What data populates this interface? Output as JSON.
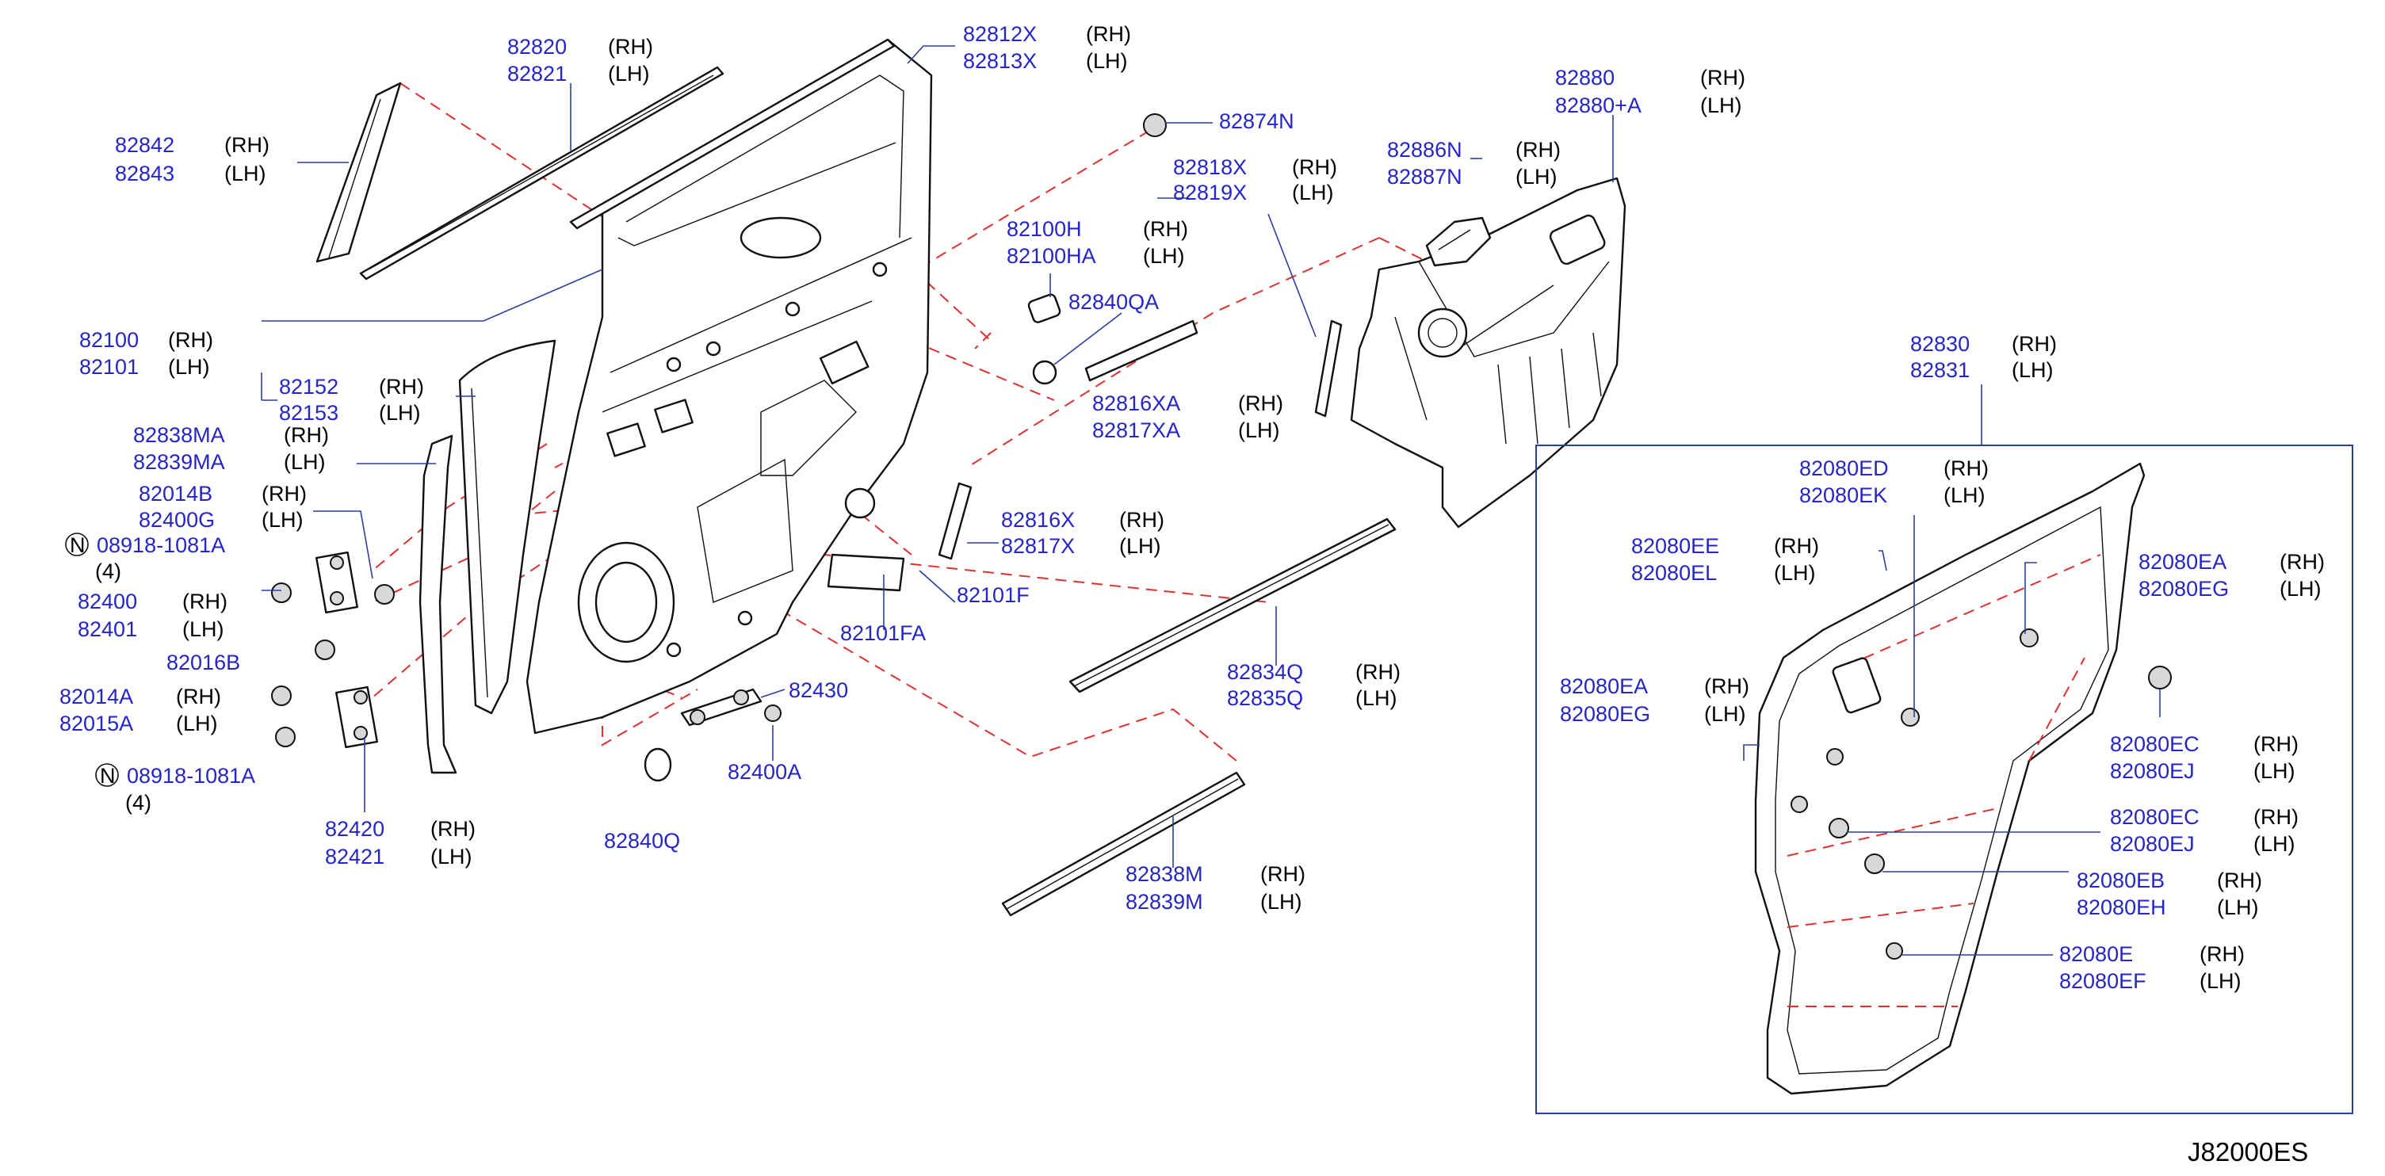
{
  "diagram_ref": "J82000ES",
  "callouts": [
    {
      "parts": [
        "82820",
        "82821"
      ],
      "sides": [
        "(RH)",
        "(LH)"
      ]
    },
    {
      "parts": [
        "82812X",
        "82813X"
      ],
      "sides": [
        "(RH)",
        "(LH)"
      ]
    },
    {
      "parts": [
        "82842",
        "82843"
      ],
      "sides": [
        "(RH)",
        "(LH)"
      ]
    },
    {
      "parts": [
        "82874N"
      ],
      "sides": []
    },
    {
      "parts": [
        "82818X",
        "82819X"
      ],
      "sides": [
        "(RH)",
        "(LH)"
      ]
    },
    {
      "parts": [
        "82880",
        "82880+A"
      ],
      "sides": [
        "(RH)",
        "(LH)"
      ]
    },
    {
      "parts": [
        "82886N",
        "82887N"
      ],
      "sides": [
        "(RH)",
        "(LH)"
      ]
    },
    {
      "parts": [
        "82100H",
        "82100HA"
      ],
      "sides": [
        "(RH)",
        "(LH)"
      ]
    },
    {
      "parts": [
        "82840QA"
      ],
      "sides": []
    },
    {
      "parts": [
        "82100",
        "82101"
      ],
      "sides": [
        "(RH)",
        "(LH)"
      ]
    },
    {
      "parts": [
        "82152",
        "82153"
      ],
      "sides": [
        "(RH)",
        "(LH)"
      ]
    },
    {
      "parts": [
        "82816XA",
        "82817XA"
      ],
      "sides": [
        "(RH)",
        "(LH)"
      ]
    },
    {
      "parts": [
        "82838MA",
        "82839MA"
      ],
      "sides": [
        "(RH)",
        "(LH)"
      ]
    },
    {
      "parts": [
        "82014B",
        "82400G"
      ],
      "sides": [
        "(RH)",
        "(LH)"
      ]
    },
    {
      "parts": [
        "08918-1081A"
      ],
      "sides": [],
      "prefix": "N",
      "qty": "(4)"
    },
    {
      "parts": [
        "82816X",
        "82817X"
      ],
      "sides": [
        "(RH)",
        "(LH)"
      ]
    },
    {
      "parts": [
        "82400",
        "82401"
      ],
      "sides": [
        "(RH)",
        "(LH)"
      ]
    },
    {
      "parts": [
        "82101F"
      ],
      "sides": []
    },
    {
      "parts": [
        "82101FA"
      ],
      "sides": []
    },
    {
      "parts": [
        "82016B"
      ],
      "sides": []
    },
    {
      "parts": [
        "82834Q",
        "82835Q"
      ],
      "sides": [
        "(RH)",
        "(LH)"
      ]
    },
    {
      "parts": [
        "82014A",
        "82015A"
      ],
      "sides": [
        "(RH)",
        "(LH)"
      ]
    },
    {
      "parts": [
        "82430"
      ],
      "sides": []
    },
    {
      "parts": [
        "82400A"
      ],
      "sides": []
    },
    {
      "parts": [
        "08918-1081A"
      ],
      "sides": [],
      "prefix": "N",
      "qty": "(4)"
    },
    {
      "parts": [
        "82420",
        "82421"
      ],
      "sides": [
        "(RH)",
        "(LH)"
      ]
    },
    {
      "parts": [
        "82840Q"
      ],
      "sides": []
    },
    {
      "parts": [
        "82838M",
        "82839M"
      ],
      "sides": [
        "(RH)",
        "(LH)"
      ]
    },
    {
      "parts": [
        "82830",
        "82831"
      ],
      "sides": [
        "(RH)",
        "(LH)"
      ]
    },
    {
      "parts": [
        "82080ED",
        "82080EK"
      ],
      "sides": [
        "(RH)",
        "(LH)"
      ]
    },
    {
      "parts": [
        "82080EE",
        "82080EL"
      ],
      "sides": [
        "(RH)",
        "(LH)"
      ]
    },
    {
      "parts": [
        "82080EA",
        "82080EG"
      ],
      "sides": [
        "(RH)",
        "(LH)"
      ]
    },
    {
      "parts": [
        "82080EA",
        "82080EG"
      ],
      "sides": [
        "(RH)",
        "(LH)"
      ]
    },
    {
      "parts": [
        "82080EC",
        "82080EJ"
      ],
      "sides": [
        "(RH)",
        "(LH)"
      ]
    },
    {
      "parts": [
        "82080EC",
        "82080EJ"
      ],
      "sides": [
        "(RH)",
        "(LH)"
      ]
    },
    {
      "parts": [
        "82080EB",
        "82080EH"
      ],
      "sides": [
        "(RH)",
        "(LH)"
      ]
    },
    {
      "parts": [
        "82080E",
        "82080EF"
      ],
      "sides": [
        "(RH)",
        "(LH)"
      ]
    }
  ]
}
